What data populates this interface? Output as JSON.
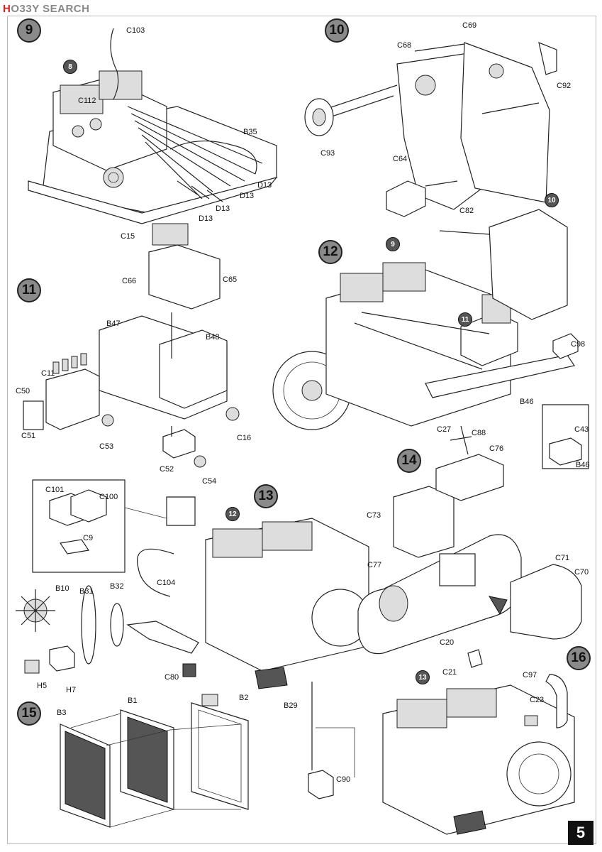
{
  "watermark": {
    "brand_prefix": "H",
    "brand": "O33Y SEARCH"
  },
  "page_number": "5",
  "steps": [
    {
      "id": "9",
      "label": "9"
    },
    {
      "id": "10",
      "label": "10"
    },
    {
      "id": "11",
      "label": "11"
    },
    {
      "id": "12",
      "label": "12"
    },
    {
      "id": "13",
      "label": "13"
    },
    {
      "id": "14",
      "label": "14"
    },
    {
      "id": "15",
      "label": "15"
    },
    {
      "id": "16",
      "label": "16"
    }
  ],
  "substeps": {
    "s8": "8",
    "s9": "9",
    "s10": "10",
    "s11": "11",
    "s12": "12",
    "s13": "13"
  },
  "parts": {
    "c103": "C103",
    "c112": "C112",
    "b35": "B35",
    "d13a": "D13",
    "d13b": "D13",
    "d13c": "D13",
    "d13d": "D13",
    "c69": "C69",
    "c68": "C68",
    "c92": "C92",
    "c93": "C93",
    "c64": "C64",
    "c15": "C15",
    "c66": "C66",
    "c65": "C65",
    "b47": "B47",
    "b48": "B48",
    "c11": "C11",
    "c50": "C50",
    "c51": "C51",
    "c53": "C53",
    "c52": "C52",
    "c54": "C54",
    "c16": "C16",
    "c82": "C82",
    "c98": "C98",
    "b46a": "B46",
    "c43": "C43",
    "b46b": "B46",
    "c27": "C27",
    "c88": "C88",
    "c76": "C76",
    "c73": "C73",
    "c77": "C77",
    "c71": "C71",
    "c70": "C70",
    "c101": "C101",
    "c100": "C100",
    "c9": "C9",
    "c104": "C104",
    "b10": "B10",
    "b31": "B31",
    "b32": "B32",
    "h5": "H5",
    "h7": "H7",
    "c80": "C80",
    "b3": "B3",
    "b1": "B1",
    "b2": "B2",
    "c20": "C20",
    "c21": "C21",
    "c97": "C97",
    "c23": "C23",
    "b29": "B29",
    "c90": "C90"
  }
}
